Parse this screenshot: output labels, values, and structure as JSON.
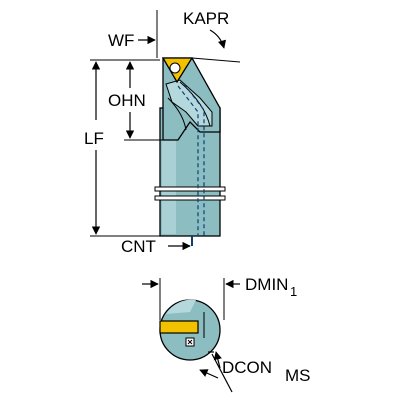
{
  "labels": {
    "kapr": "KAPR",
    "wf": "WF",
    "ohn": "OHN",
    "lf": "LF",
    "cnt": "CNT",
    "dmin": "DMIN",
    "dmin_sub": "1",
    "dcon": "DCON",
    "dcon_sub": "MS"
  },
  "colors": {
    "body": "#8bbdc1",
    "insert": "#f2c200",
    "coolant": "#0a3f7a",
    "outline": "#000000"
  }
}
